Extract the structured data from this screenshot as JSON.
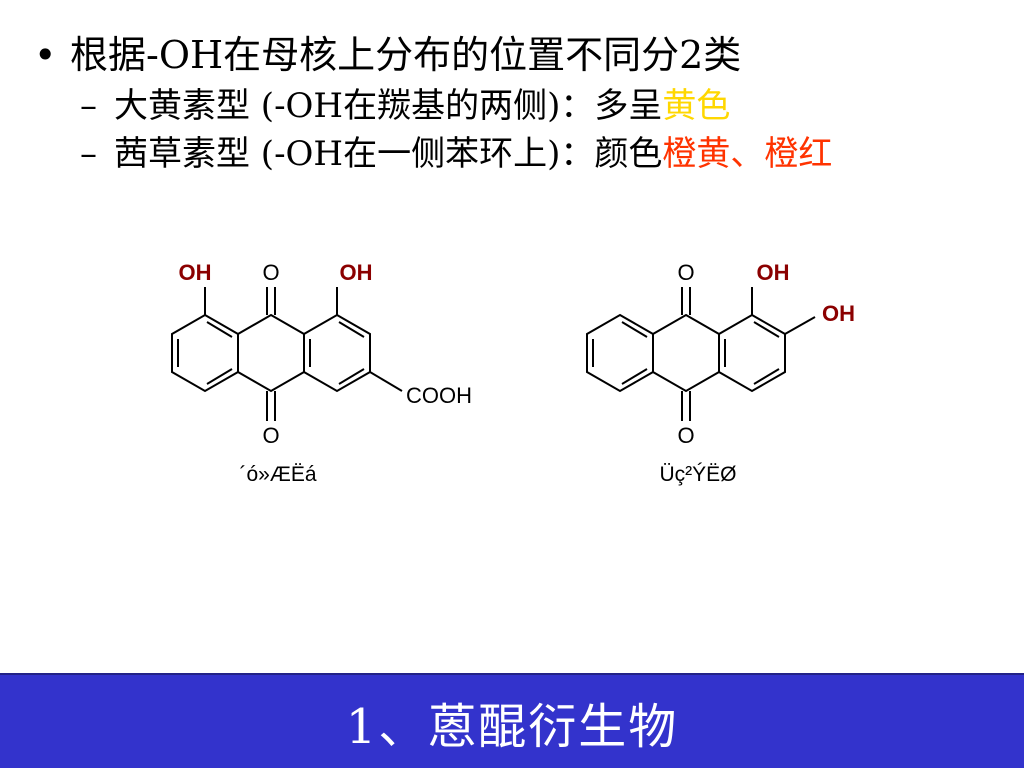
{
  "slide": {
    "bullet_symbol": "•",
    "main_point": "根据-OH在母核上分布的位置不同分2类",
    "sub_points": [
      {
        "dash": "–",
        "text": "大黄素型 (-OH在羰基的两侧)：多呈",
        "highlight": "黄色"
      },
      {
        "dash": "–",
        "text": "茜草素型 (-OH在一侧苯环上)：颜色",
        "highlight": "橙黄、橙红"
      }
    ],
    "footer_title": "1、蒽醌衍生物",
    "colors": {
      "footer_bg": "#3333cc",
      "yellow_highlight": "#ffd700",
      "red_highlight": "#ff3300",
      "oh_label": "#8b0000"
    }
  },
  "structure_left": {
    "label_oh_left": "OH",
    "label_o_top": "O",
    "label_oh_right": "OH",
    "label_o_bottom": "O",
    "label_cooh": "COOH",
    "caption": "´ó»ÆËá"
  },
  "structure_right": {
    "label_o_top": "O",
    "label_oh_top": "OH",
    "label_oh_side": "OH",
    "label_o_bottom": "O",
    "caption": "Üç²ÝËØ"
  }
}
